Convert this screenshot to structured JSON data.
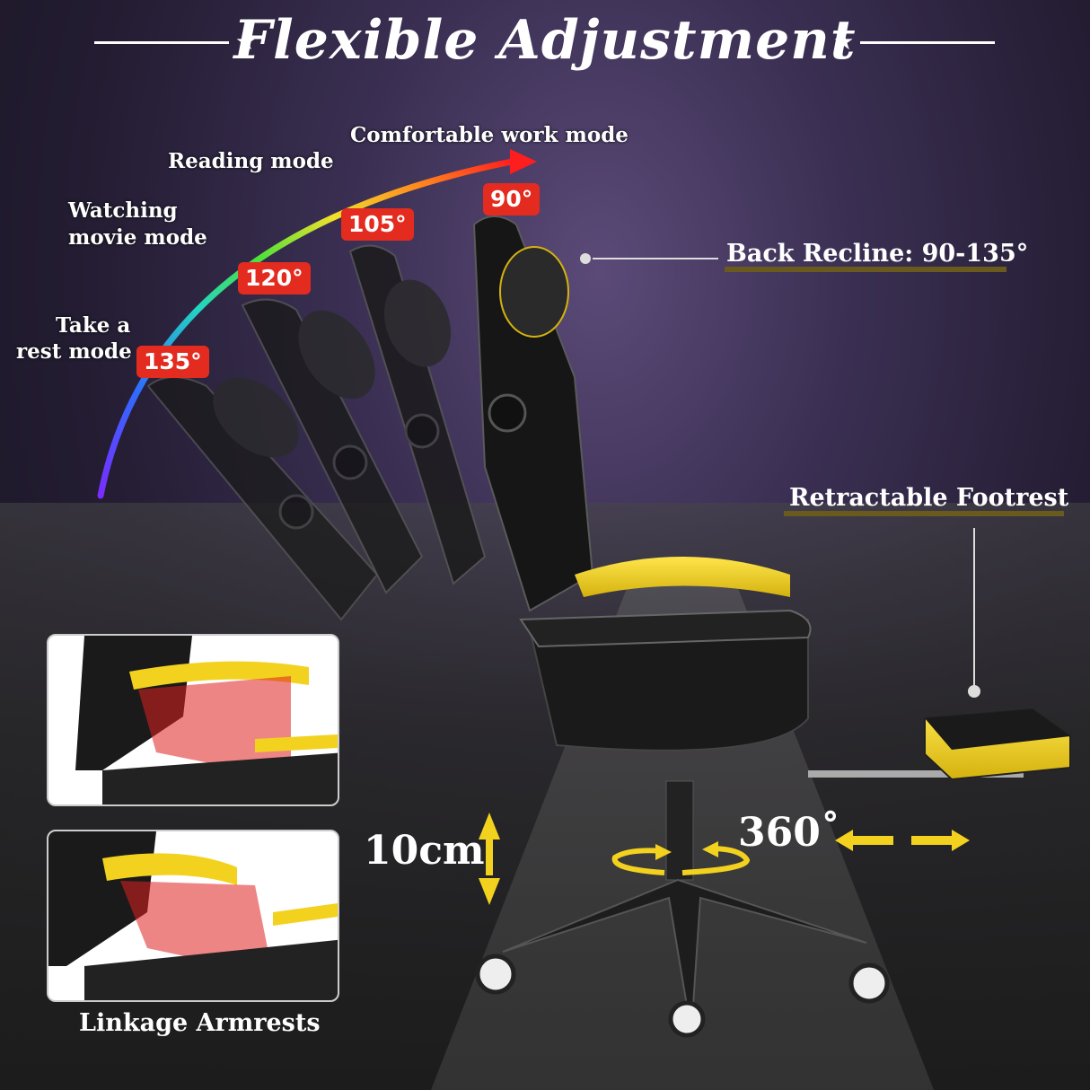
{
  "title": "Flexible Adjustment",
  "star": "★",
  "modes": {
    "work": "Comfortable work mode",
    "reading": "Reading mode",
    "watching_line1": "Watching",
    "watching_line2": "movie mode",
    "rest_line1": "Take a",
    "rest_line2": "rest mode"
  },
  "angles": {
    "a90": "90°",
    "a105": "105°",
    "a120": "120°",
    "a135": "135°"
  },
  "features": {
    "recline": "Back Recline: 90-135°",
    "footrest": "Retractable Footrest",
    "height": "10cm",
    "rotation": "360˚",
    "armrests": "Linkage Armrests"
  },
  "colors": {
    "angle_badge": "#e32b1f",
    "chair_accent": "#f3d21f",
    "chair_body": "#1a1a1a",
    "underline": "#6b5a1e"
  },
  "icons": [
    "rainbow-arc",
    "recline-arrow",
    "height-arrow-icon",
    "rotate-arrow-icon",
    "slide-arrow-icon"
  ]
}
